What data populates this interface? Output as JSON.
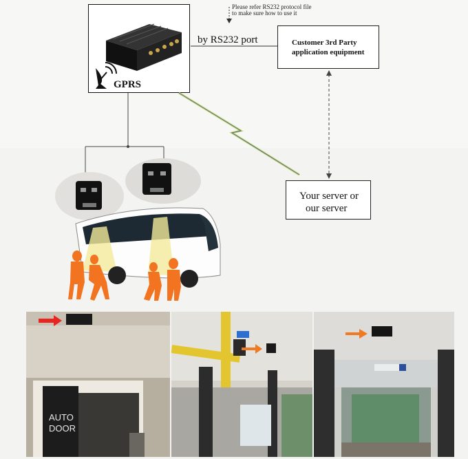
{
  "device": {
    "label": "GPRS"
  },
  "rs232": {
    "label": "by RS232 port",
    "note_line1": "Please refer RS232 protocol file",
    "note_line2": "to make sure how to use it"
  },
  "customer": {
    "line1": "Customer 3rd Party",
    "line2": "application equipment"
  },
  "server": {
    "line1": "Your server or",
    "line2": "our server"
  },
  "photo1": {
    "door_text1": "AUTO",
    "door_text2": "DOOR"
  }
}
